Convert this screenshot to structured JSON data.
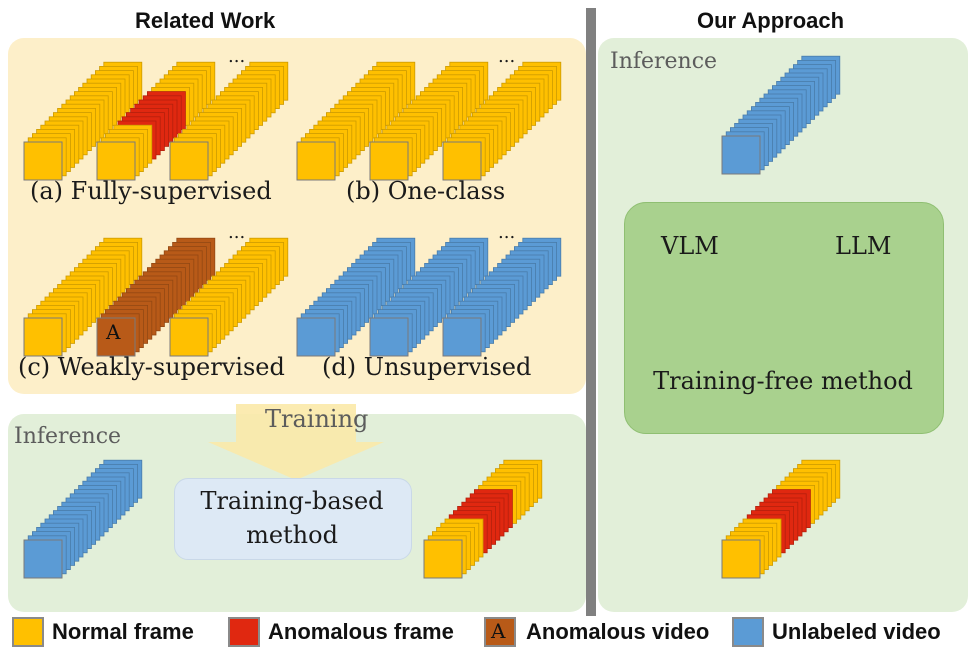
{
  "left_header": "Related Work",
  "right_header": "Our Approach",
  "training_settings": {
    "a_label": "(a) Fully-supervised",
    "b_label": "(b) One-class",
    "c_label": "(c) Weakly-supervised",
    "d_label": "(d) Unsupervised",
    "ellipsis": "...",
    "anomaly_video_letter": "A"
  },
  "training_arrow_label": "Training",
  "left_inference_label": "Inference",
  "training_based_method": "Training-based\nmethod",
  "right_inference_label": "Inference",
  "vlm_label": "VLM",
  "llm_label": "LLM",
  "training_free_method": "Training-free method",
  "legend": [
    {
      "text": "Normal frame",
      "color": "#ffc000"
    },
    {
      "text": "Anomalous frame",
      "color": "#e02810"
    },
    {
      "text": "Anomalous video",
      "color": "#b85a18",
      "letter": "A"
    },
    {
      "text": "Unlabeled video",
      "color": "#5b9bd5"
    }
  ],
  "colors": {
    "normal_frame": "#ffc000",
    "anomalous_frame": "#e02810",
    "anomalous_video": "#b85a18",
    "unlabeled": "#5b9bd5",
    "related_bg": "#fdefc9",
    "inference_bg": "#e2efd9",
    "method_box": "#dde9f5",
    "training_free_box": "#a9d18e",
    "divider": "#808080"
  }
}
